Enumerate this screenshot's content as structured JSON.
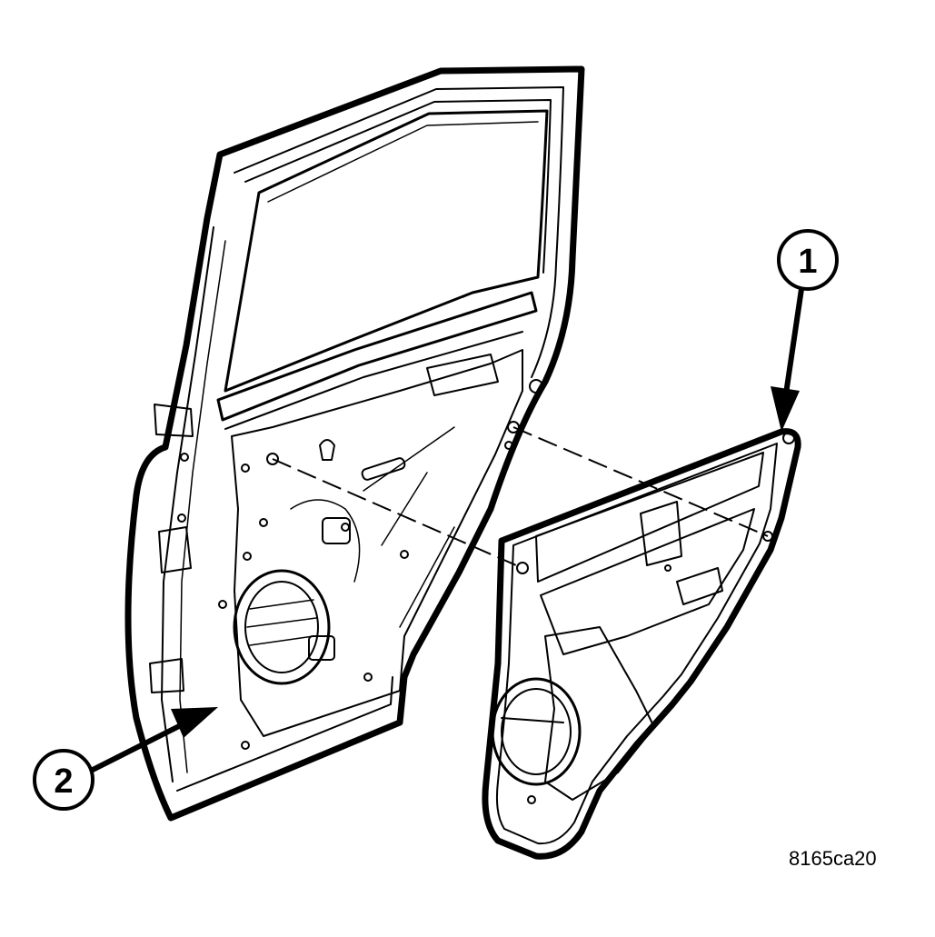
{
  "callouts": [
    {
      "id": "1",
      "label": "1"
    },
    {
      "id": "2",
      "label": "2"
    }
  ],
  "figure_id": "8165ca20",
  "colors": {
    "line": "#000000",
    "background": "#ffffff"
  }
}
